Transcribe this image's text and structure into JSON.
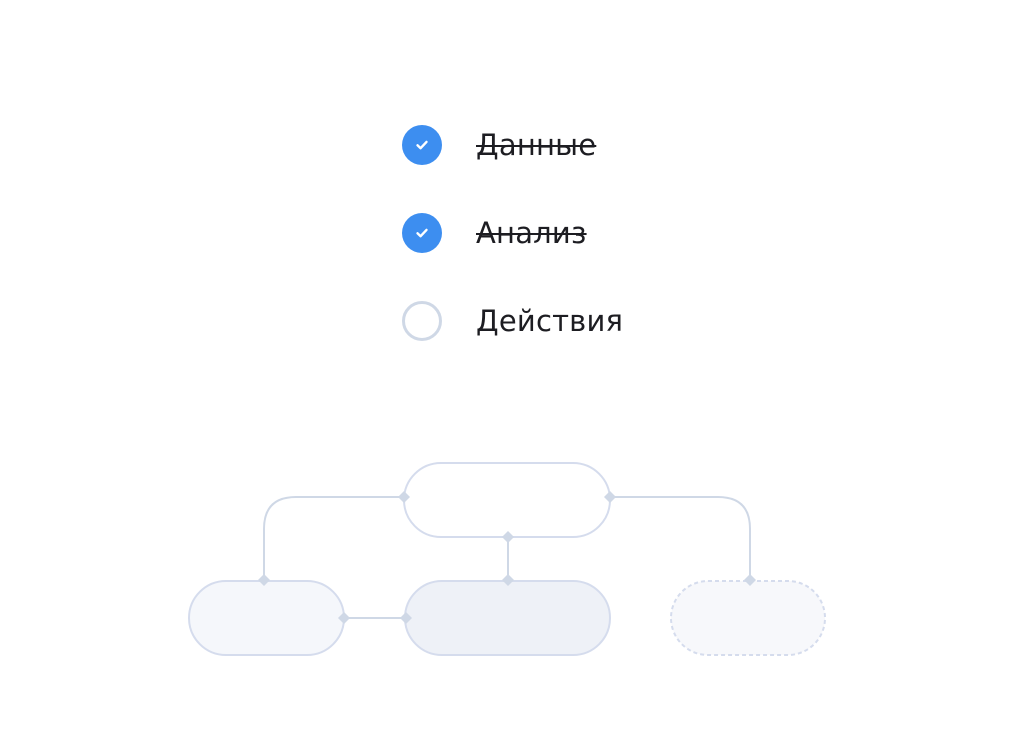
{
  "checklist": {
    "items": [
      {
        "label": "Данные",
        "done": true
      },
      {
        "label": "Анализ",
        "done": true
      },
      {
        "label": "Действия",
        "done": false
      }
    ]
  },
  "colors": {
    "accent": "#3d8ef0",
    "text": "#1d1d22",
    "connector": "#cfd8e6",
    "node_fill_light": "#f5f7fb",
    "node_fill_mid": "#eef1f7",
    "node_stroke": "#d5dced"
  },
  "icons": {
    "done": "checkmark-icon",
    "todo": "empty-circle-icon"
  }
}
